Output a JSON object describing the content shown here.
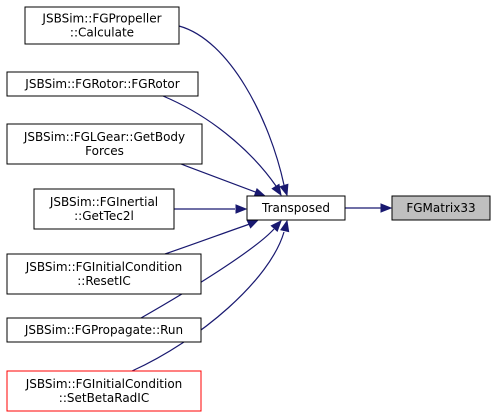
{
  "diagram": {
    "type": "call-graph",
    "target": {
      "id": "fgmatrix33",
      "label": "FGMatrix33",
      "highlighted": true
    },
    "middle": {
      "id": "transposed",
      "label": "Transposed"
    },
    "callers": [
      {
        "id": "fgpropeller-calculate",
        "lines": [
          "JSBSim::FGPropeller",
          "::Calculate"
        ],
        "border": "black"
      },
      {
        "id": "fgrotor-fgrotor",
        "lines": [
          "JSBSim::FGRotor::FGRotor"
        ],
        "border": "black"
      },
      {
        "id": "fglgear-getbodyforces",
        "lines": [
          "JSBSim::FGLGear::GetBody",
          "Forces"
        ],
        "border": "black"
      },
      {
        "id": "fginertial-gettec2l",
        "lines": [
          "JSBSim::FGInertial",
          "::GetTec2l"
        ],
        "border": "black"
      },
      {
        "id": "fginitialcondition-resetic",
        "lines": [
          "JSBSim::FGInitialCondition",
          "::ResetIC"
        ],
        "border": "black"
      },
      {
        "id": "fgpropagate-run",
        "lines": [
          "JSBSim::FGPropagate::Run"
        ],
        "border": "black"
      },
      {
        "id": "fginitialcondition-setbetaradic",
        "lines": [
          "JSBSim::FGInitialCondition",
          "::SetBetaRadIC"
        ],
        "border": "red"
      }
    ],
    "colors": {
      "edge": "#191970",
      "highlight_fill": "#bfbfbf",
      "border_default": "#000000",
      "border_red": "#ff0000"
    }
  }
}
